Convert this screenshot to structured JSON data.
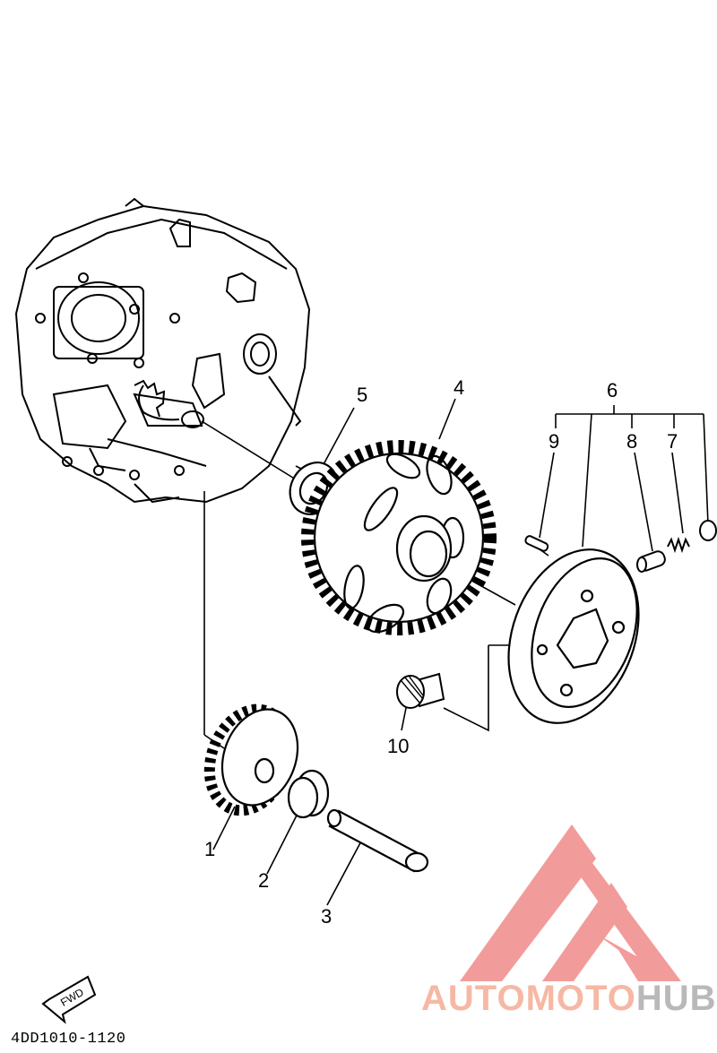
{
  "diagram": {
    "callouts": [
      {
        "id": "1",
        "label": "1"
      },
      {
        "id": "2",
        "label": "2"
      },
      {
        "id": "3",
        "label": "3"
      },
      {
        "id": "4",
        "label": "4"
      },
      {
        "id": "5",
        "label": "5"
      },
      {
        "id": "6",
        "label": "6"
      },
      {
        "id": "7",
        "label": "7"
      },
      {
        "id": "8",
        "label": "8"
      },
      {
        "id": "9",
        "label": "9"
      },
      {
        "id": "10",
        "label": "10"
      }
    ],
    "fwd_badge": "FWD",
    "drawing_code": "4DD1010-1120"
  },
  "watermark": {
    "part1": "AUTOMOTO",
    "part2": "HUB",
    "colors": {
      "part1": "#f6b8a4",
      "part2": "#b9b9b9",
      "logo": "#f08a8a"
    }
  }
}
